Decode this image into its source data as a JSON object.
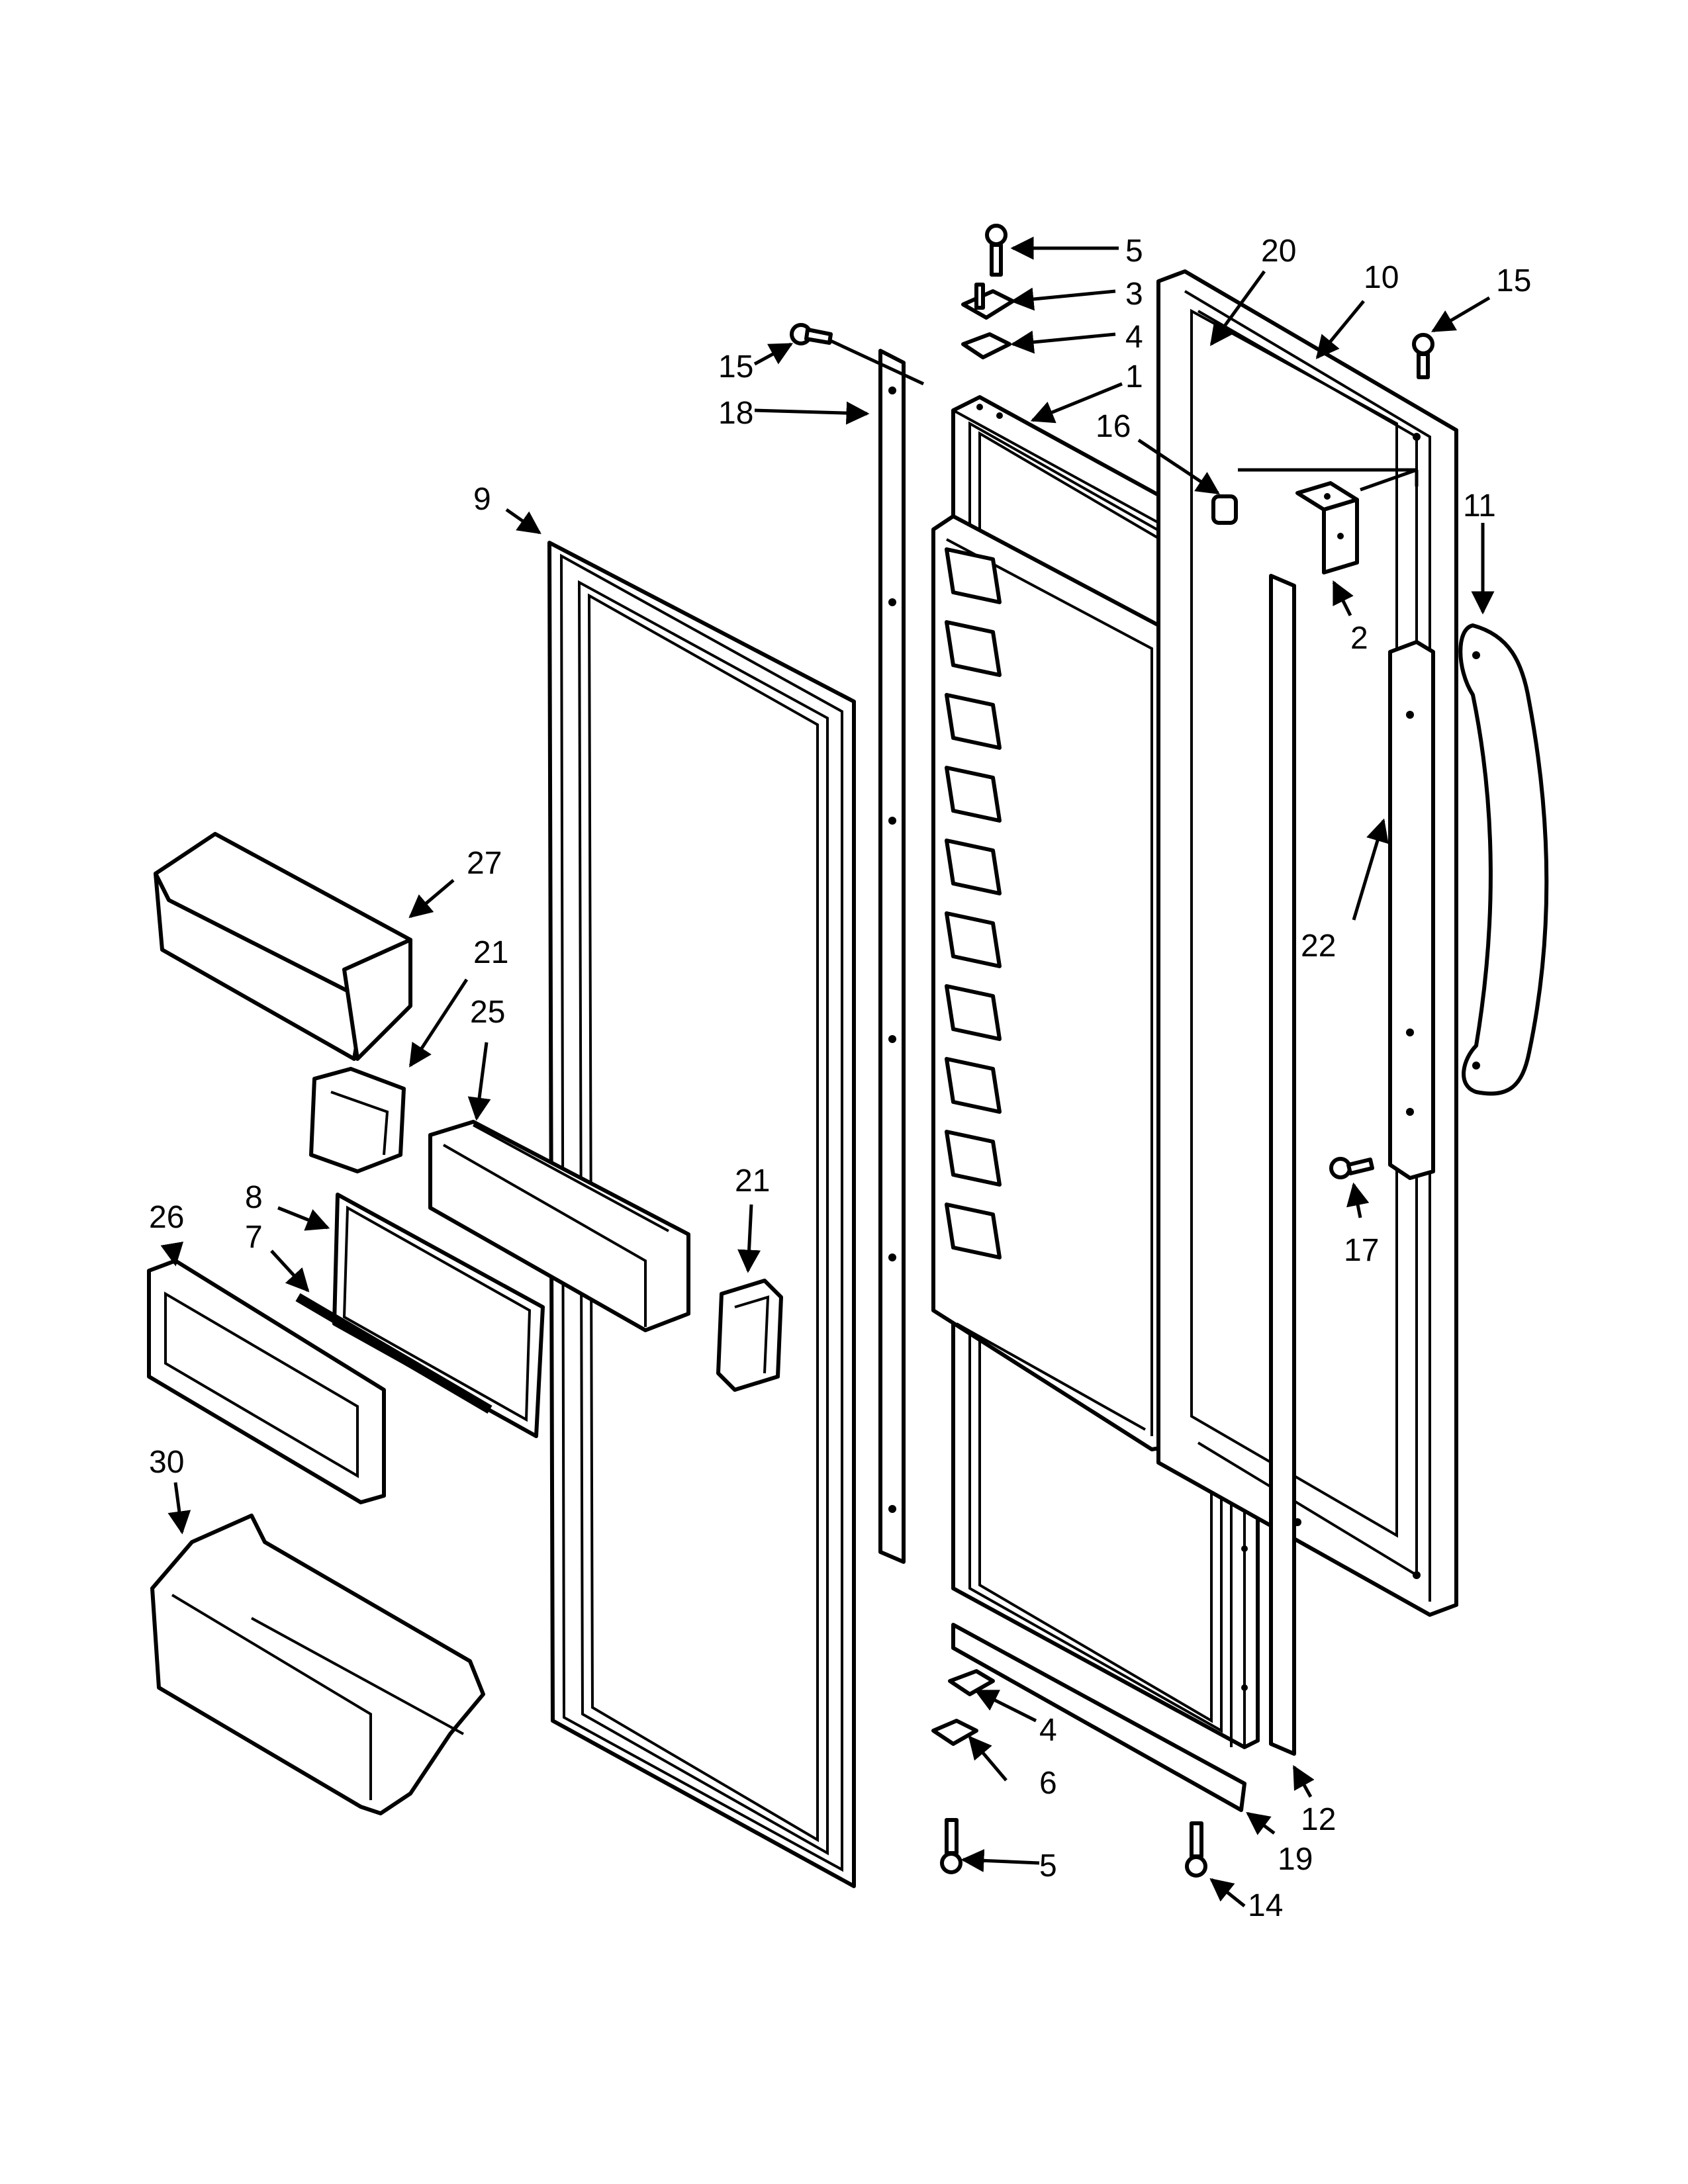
{
  "callouts": [
    {
      "id": "c5a",
      "text": "5"
    },
    {
      "id": "c3",
      "text": "3"
    },
    {
      "id": "c4a",
      "text": "4"
    },
    {
      "id": "c1",
      "text": "1"
    },
    {
      "id": "c20",
      "text": "20"
    },
    {
      "id": "c10",
      "text": "10"
    },
    {
      "id": "c15a",
      "text": "15"
    },
    {
      "id": "c15b",
      "text": "15"
    },
    {
      "id": "c18",
      "text": "18"
    },
    {
      "id": "c16",
      "text": "16"
    },
    {
      "id": "c9",
      "text": "9"
    },
    {
      "id": "c11",
      "text": "11"
    },
    {
      "id": "c2",
      "text": "2"
    },
    {
      "id": "c27",
      "text": "27"
    },
    {
      "id": "c21a",
      "text": "21"
    },
    {
      "id": "c25",
      "text": "25"
    },
    {
      "id": "c22",
      "text": "22"
    },
    {
      "id": "c8",
      "text": "8"
    },
    {
      "id": "c26",
      "text": "26"
    },
    {
      "id": "c7",
      "text": "7"
    },
    {
      "id": "c21b",
      "text": "21"
    },
    {
      "id": "c17",
      "text": "17"
    },
    {
      "id": "c30",
      "text": "30"
    },
    {
      "id": "c4b",
      "text": "4"
    },
    {
      "id": "c6",
      "text": "6"
    },
    {
      "id": "c12",
      "text": "12"
    },
    {
      "id": "c19",
      "text": "19"
    },
    {
      "id": "c5b",
      "text": "5"
    },
    {
      "id": "c14",
      "text": "14"
    }
  ]
}
